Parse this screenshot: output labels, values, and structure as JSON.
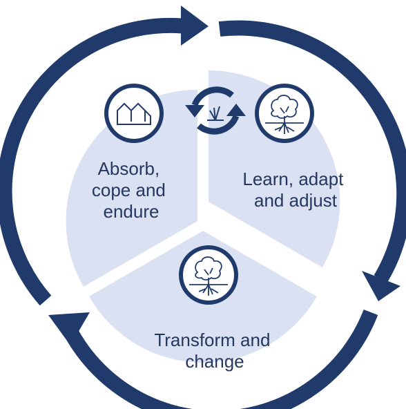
{
  "colors": {
    "ring": "#1f3a6b",
    "segment_fill": "#d9e1f2",
    "icon_stroke": "#1f3a6b",
    "text": "#25375e"
  },
  "segments": [
    {
      "id": "absorb",
      "icon": "houses-icon",
      "label_lines": [
        "Absorb,",
        "cope and",
        "endure"
      ]
    },
    {
      "id": "learn",
      "icon": "tree-roots-icon",
      "label_lines": [
        "Learn, adapt",
        "and adjust"
      ]
    },
    {
      "id": "transform",
      "icon": "tree-roots-icon",
      "label_lines": [
        "Transform and",
        "change"
      ]
    }
  ],
  "center_icon": "cycle-arrows-seedling-icon"
}
